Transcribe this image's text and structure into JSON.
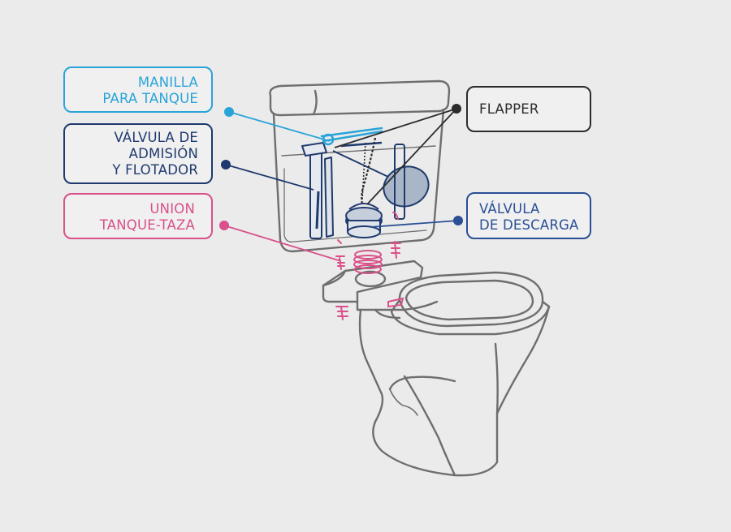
{
  "labels": {
    "handle": {
      "line1": "MANILLA",
      "line2": "PARA TANQUE",
      "color": "#2aa4d8"
    },
    "fill_valve": {
      "line1": "VÁLVULA DE",
      "line2": "ADMISIÓN",
      "line3": "Y FLOTADOR",
      "color": "#1f3a6e"
    },
    "tank_bowl": {
      "line1": "UNION",
      "line2": "TANQUE-TAZA",
      "color": "#d9508a"
    },
    "flapper": {
      "line1": "FLAPPER",
      "color": "#2c2c2c"
    },
    "flush_valve": {
      "line1": "VÁLVULA",
      "line2": "DE DESCARGA",
      "color": "#2a4f96"
    }
  },
  "colors": {
    "background": "#ebebeb",
    "outline": "#6e6e6e",
    "float": "#a9b6c7"
  }
}
